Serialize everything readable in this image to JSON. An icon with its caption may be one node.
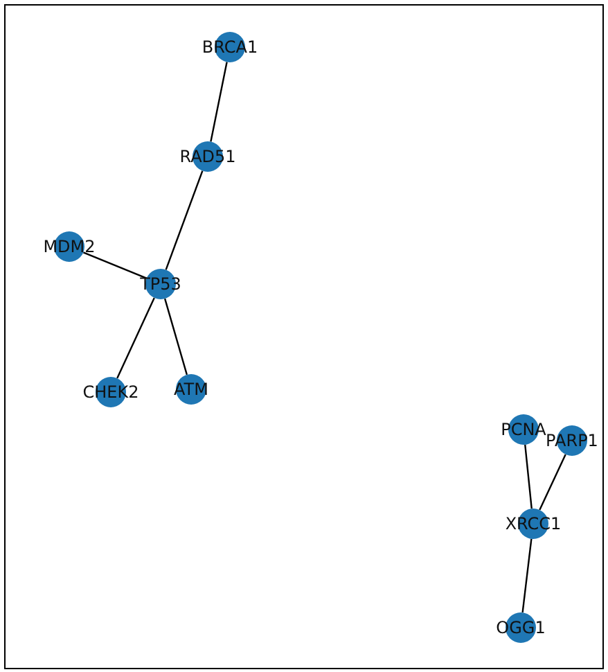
{
  "diagram": {
    "nodes": [
      {
        "text": [
          "BRCA1"
        ]
      },
      {
        "text": [
          "RAD51"
        ]
      },
      {
        "text": [
          "MDM2"
        ]
      },
      {
        "text": [
          "TP53"
        ]
      },
      {
        "text": [
          "CHEK2"
        ]
      },
      {
        "text": [
          "ATM"
        ]
      },
      {
        "text": [
          "PCNA"
        ]
      },
      {
        "text": [
          "PARP1"
        ]
      },
      {
        "text": [
          "XRCC1"
        ]
      },
      {
        "text": [
          "OGG1"
        ]
      }
    ],
    "edges": [
      {
        "from": 0,
        "to": 1,
        "arrow": "none"
      },
      {
        "from": 1,
        "to": 3,
        "arrow": "none"
      },
      {
        "from": 2,
        "to": 3,
        "arrow": "none"
      },
      {
        "from": 3,
        "to": 4,
        "arrow": "none"
      },
      {
        "from": 3,
        "to": 5,
        "arrow": "none"
      },
      {
        "from": 6,
        "to": 8,
        "arrow": "none"
      },
      {
        "from": 7,
        "to": 8,
        "arrow": "none"
      },
      {
        "from": 8,
        "to": 9,
        "arrow": "none"
      }
    ]
  }
}
